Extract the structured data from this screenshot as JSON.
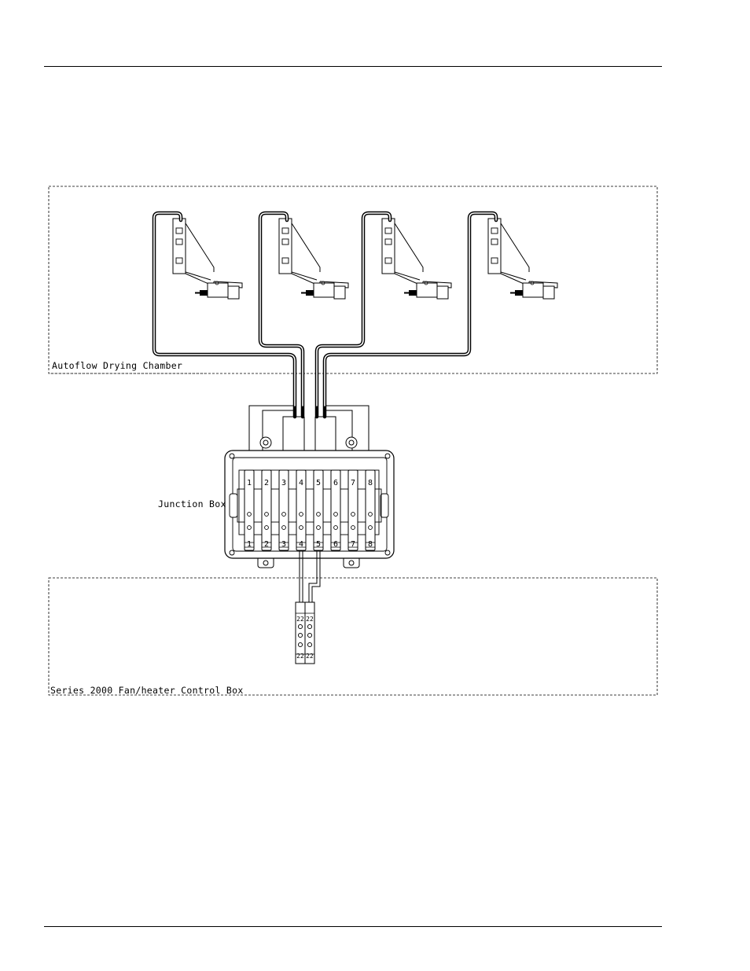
{
  "labels": {
    "chamber": "Autoflow Drying Chamber",
    "junction": "Junction Box",
    "control": "Series 2000 Fan/heater Control Box"
  },
  "terminal_numbers": [
    "1",
    "2",
    "3",
    "4",
    "5",
    "6",
    "7",
    "8"
  ],
  "control_terminal_numbers": [
    "22",
    "22",
    "22",
    "22"
  ]
}
